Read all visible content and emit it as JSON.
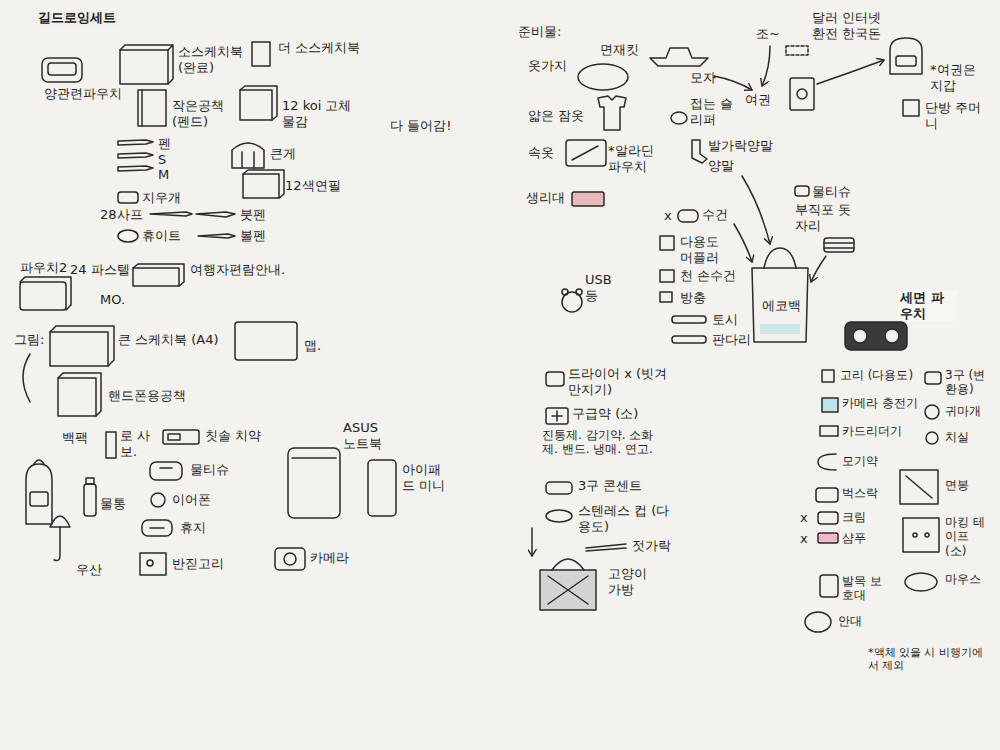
{
  "diagram": {
    "nodes": [
      {
        "text": [
          "길드로잉세트"
        ]
      },
      {
        "text": [
          "양관련파우치"
        ],
        "in": 0
      },
      {
        "text": [
          "소스케치북 (완료)"
        ],
        "in": 0
      },
      {
        "text": [
          "더 소스케치북"
        ],
        "in": 0
      },
      {
        "text": [
          "작은공책 (펜드)"
        ],
        "in": 0
      },
      {
        "text": [
          "12 koi 고체물감"
        ],
        "in": 0
      },
      {
        "text": [
          "펜 S M"
        ],
        "in": 0
      },
      {
        "text": [
          "큰게"
        ],
        "in": 0
      },
      {
        "text": [
          "지우개"
        ],
        "in": 0
      },
      {
        "text": [
          "12색연필"
        ],
        "in": 0
      },
      {
        "text": [
          "28사프"
        ],
        "in": 0
      },
      {
        "text": [
          "붓펜"
        ],
        "in": 0
      },
      {
        "text": [
          "휴이트"
        ],
        "in": 0
      },
      {
        "text": [
          "볼펜"
        ],
        "in": 0
      },
      {
        "text": []
      },
      {
        "text": [
          "백팩"
        ],
        "in": 14
      },
      {
        "text": [
          "로 사보."
        ],
        "in": 14
      },
      {
        "text": [
          "칫솔 치약"
        ],
        "in": 14
      },
      {
        "text": [
          "물티슈"
        ],
        "in": 14
      },
      {
        "text": [
          "이어폰"
        ],
        "in": 14
      },
      {
        "text": [
          "휴지"
        ],
        "in": 14
      },
      {
        "text": [
          "반짇고리"
        ],
        "in": 14
      },
      {
        "text": [
          "물통"
        ],
        "in": 14
      },
      {
        "text": [
          "우산"
        ],
        "in": 14
      },
      {
        "text": [
          "ASUS 노트북"
        ],
        "in": 14
      },
      {
        "text": [
          "아이패드 미니"
        ],
        "in": 14
      },
      {
        "text": [
          "카메라"
        ],
        "in": 14
      },
      {
        "text": []
      },
      {
        "text": [
          "접는 슬리퍼"
        ],
        "in": 27
      },
      {
        "text": [
          "발가락양말"
        ],
        "in": 27
      },
      {
        "text": [
          "양말"
        ],
        "in": 27
      },
      {
        "text": [
          "물티슈"
        ],
        "in": 27
      },
      {
        "text": [
          "부직포 돗자리"
        ],
        "in": 27
      },
      {
        "text": [
          "수건"
        ],
        "in": 27
      },
      {
        "text": [
          "다용도 머플러"
        ],
        "in": 27
      },
      {
        "text": [
          "천 손수건"
        ],
        "in": 27
      },
      {
        "text": [
          "방충"
        ],
        "in": 27
      },
      {
        "text": [
          "토시"
        ],
        "in": 27
      },
      {
        "text": [
          "판다리"
        ],
        "in": 27
      },
      {
        "text": [
          "에코백"
        ],
        "in": 27
      },
      {
        "text": []
      },
      {
        "text": [
          "USB 등"
        ],
        "in": 40
      },
      {
        "text": [
          "드라이어 x (빗겨 만지기)"
        ],
        "in": 40
      },
      {
        "text": [
          "구급약 (소)"
        ],
        "in": 40
      },
      {
        "text": [
          "진통제. 감기약. 소화제. 밴드. 냉매. 연고."
        ],
        "in": 40
      },
      {
        "text": [
          "3구 콘센트"
        ],
        "in": 40
      },
      {
        "text": [
          "스텐레스 컵 (다용도)"
        ],
        "in": 40
      },
      {
        "text": [
          "젓가락"
        ],
        "in": 40
      },
      {
        "text": [
          "고양이 가방"
        ],
        "in": 40
      },
      {
        "text": [
          "세면 파우치"
        ]
      },
      {
        "text": [
          "고리 (다용도)"
        ],
        "in": 49
      },
      {
        "text": [
          "카메라 충전기"
        ],
        "in": 49
      },
      {
        "text": [
          "카드리더기"
        ],
        "in": 49
      },
      {
        "text": [
          "모기약"
        ],
        "in": 49
      },
      {
        "text": [
          "벅스락"
        ],
        "in": 49
      },
      {
        "text": [
          "크림"
        ],
        "in": 49
      },
      {
        "text": [
          "샴푸"
        ],
        "in": 49
      },
      {
        "text": [
          "발목 보호대"
        ],
        "in": 49
      },
      {
        "text": [
          "안대"
        ],
        "in": 49
      },
      {
        "text": [
          "3구 (변환용)"
        ],
        "in": 49
      },
      {
        "text": [
          "귀마개"
        ],
        "in": 49
      },
      {
        "text": [
          "치실"
        ],
        "in": 49
      },
      {
        "text": [
          "면봉"
        ],
        "in": 49
      },
      {
        "text": [
          "마킹 테이프 (소)"
        ],
        "in": 49
      },
      {
        "text": [
          "마우스"
        ],
        "in": 49
      }
    ],
    "labels": [
      "다 들어감!",
      "파우치2",
      "24 파스텔",
      "MO.",
      "여행자편람안내.",
      "그림:",
      "큰 스케치북 (A4)",
      "맵.",
      "핸드폰용공책",
      "준비물:",
      "옷가지",
      "면재킷",
      "얇은 잠옷",
      "모자",
      "속옷",
      "*알라딘 파우치",
      "생리대",
      "조~",
      "달러 인터넷 환전 한국돈",
      "여권",
      "*여권은 지갑",
      "단방 주머니",
      "x",
      "x",
      "x",
      "*액체 있을 시 비행기에서 제외"
    ]
  }
}
